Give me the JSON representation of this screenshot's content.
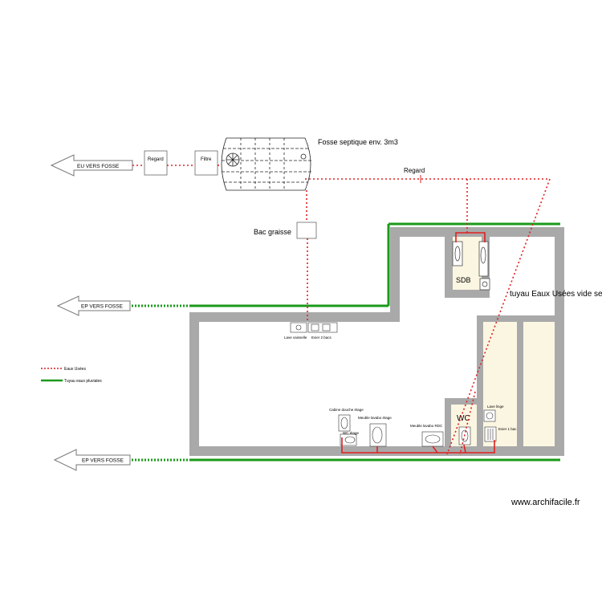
{
  "labels": {
    "eu_arrow": "EU VERS FOSSE",
    "regard_box": "Regard",
    "filtre_box": "Filtre",
    "fosse": "Fosse septique env. 3m3",
    "regard_line": "Regard",
    "bac_graisse": "Bac graisse",
    "ep_arrow_top": "EP VERS FOSSE",
    "ep_arrow_bottom": "EP VERS FOSSE",
    "sdb": "SDB",
    "tuyau": "tuyau Eaux Usées vide se",
    "lave_vaisselle": "Lave vaisselle",
    "evier_2_bacs": "Evier 2 bacs",
    "cabine_douche": "Cabine douche étage",
    "meuble_lavabo_etage": "Meuble lavabo étage",
    "wc_etage": "WC étage",
    "meuble_lavabo_rdc": "Meuble lavabo RDC",
    "wc": "WC",
    "lave_linge": "Lave linge",
    "evier_1_bac": "Evier 1 bac",
    "watermark": "www.archifacile.fr"
  },
  "legend": [
    {
      "label": "Eaux Usées",
      "color": "#e02020",
      "style": "dotted"
    },
    {
      "label": "Tuyau eaux pluviales",
      "color": "#1a9a1a",
      "style": "solid"
    }
  ],
  "colors": {
    "wall": "#a9a9a9",
    "room_fill": "#fbf6e2",
    "waste_water": "#e02020",
    "rain_water": "#1a9a1a"
  }
}
